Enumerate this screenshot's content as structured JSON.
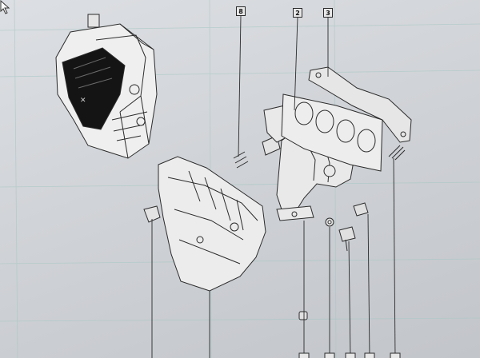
{
  "viewer": {
    "background": "#d3d6da",
    "grid_color": "#a9c8c6",
    "line_color": "#2b2b2b"
  },
  "callouts": [
    {
      "id": "callout-8",
      "label": "8"
    },
    {
      "id": "callout-2",
      "label": "2"
    },
    {
      "id": "callout-3",
      "label": "3"
    }
  ]
}
